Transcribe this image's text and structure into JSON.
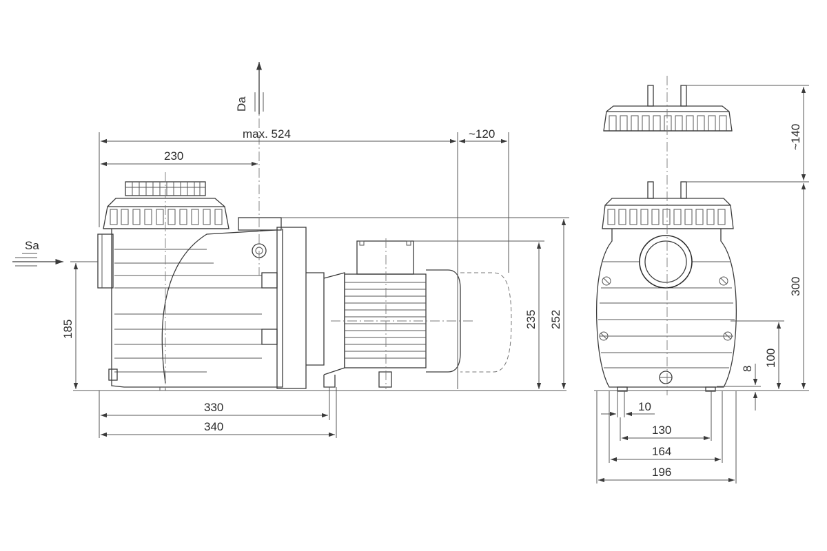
{
  "labels": {
    "suction": "Sa",
    "discharge": "Da"
  },
  "dimensions": {
    "max_length": "max. 524",
    "motor_clearance": "~120",
    "inlet_to_outlet": "230",
    "inlet_height": "185",
    "outlet_height": "235",
    "total_height_side": "252",
    "base_length_inner": "330",
    "base_length_outer": "340",
    "lid_clearance": "~140",
    "total_height_front": "300",
    "foot_height": "100",
    "foot_thickness": "8",
    "foot_width": "10",
    "hole_spacing": "130",
    "base_width_inner": "164",
    "base_width_outer": "196"
  },
  "colors": {
    "line": "#2b2b2b",
    "background": "#ffffff"
  }
}
